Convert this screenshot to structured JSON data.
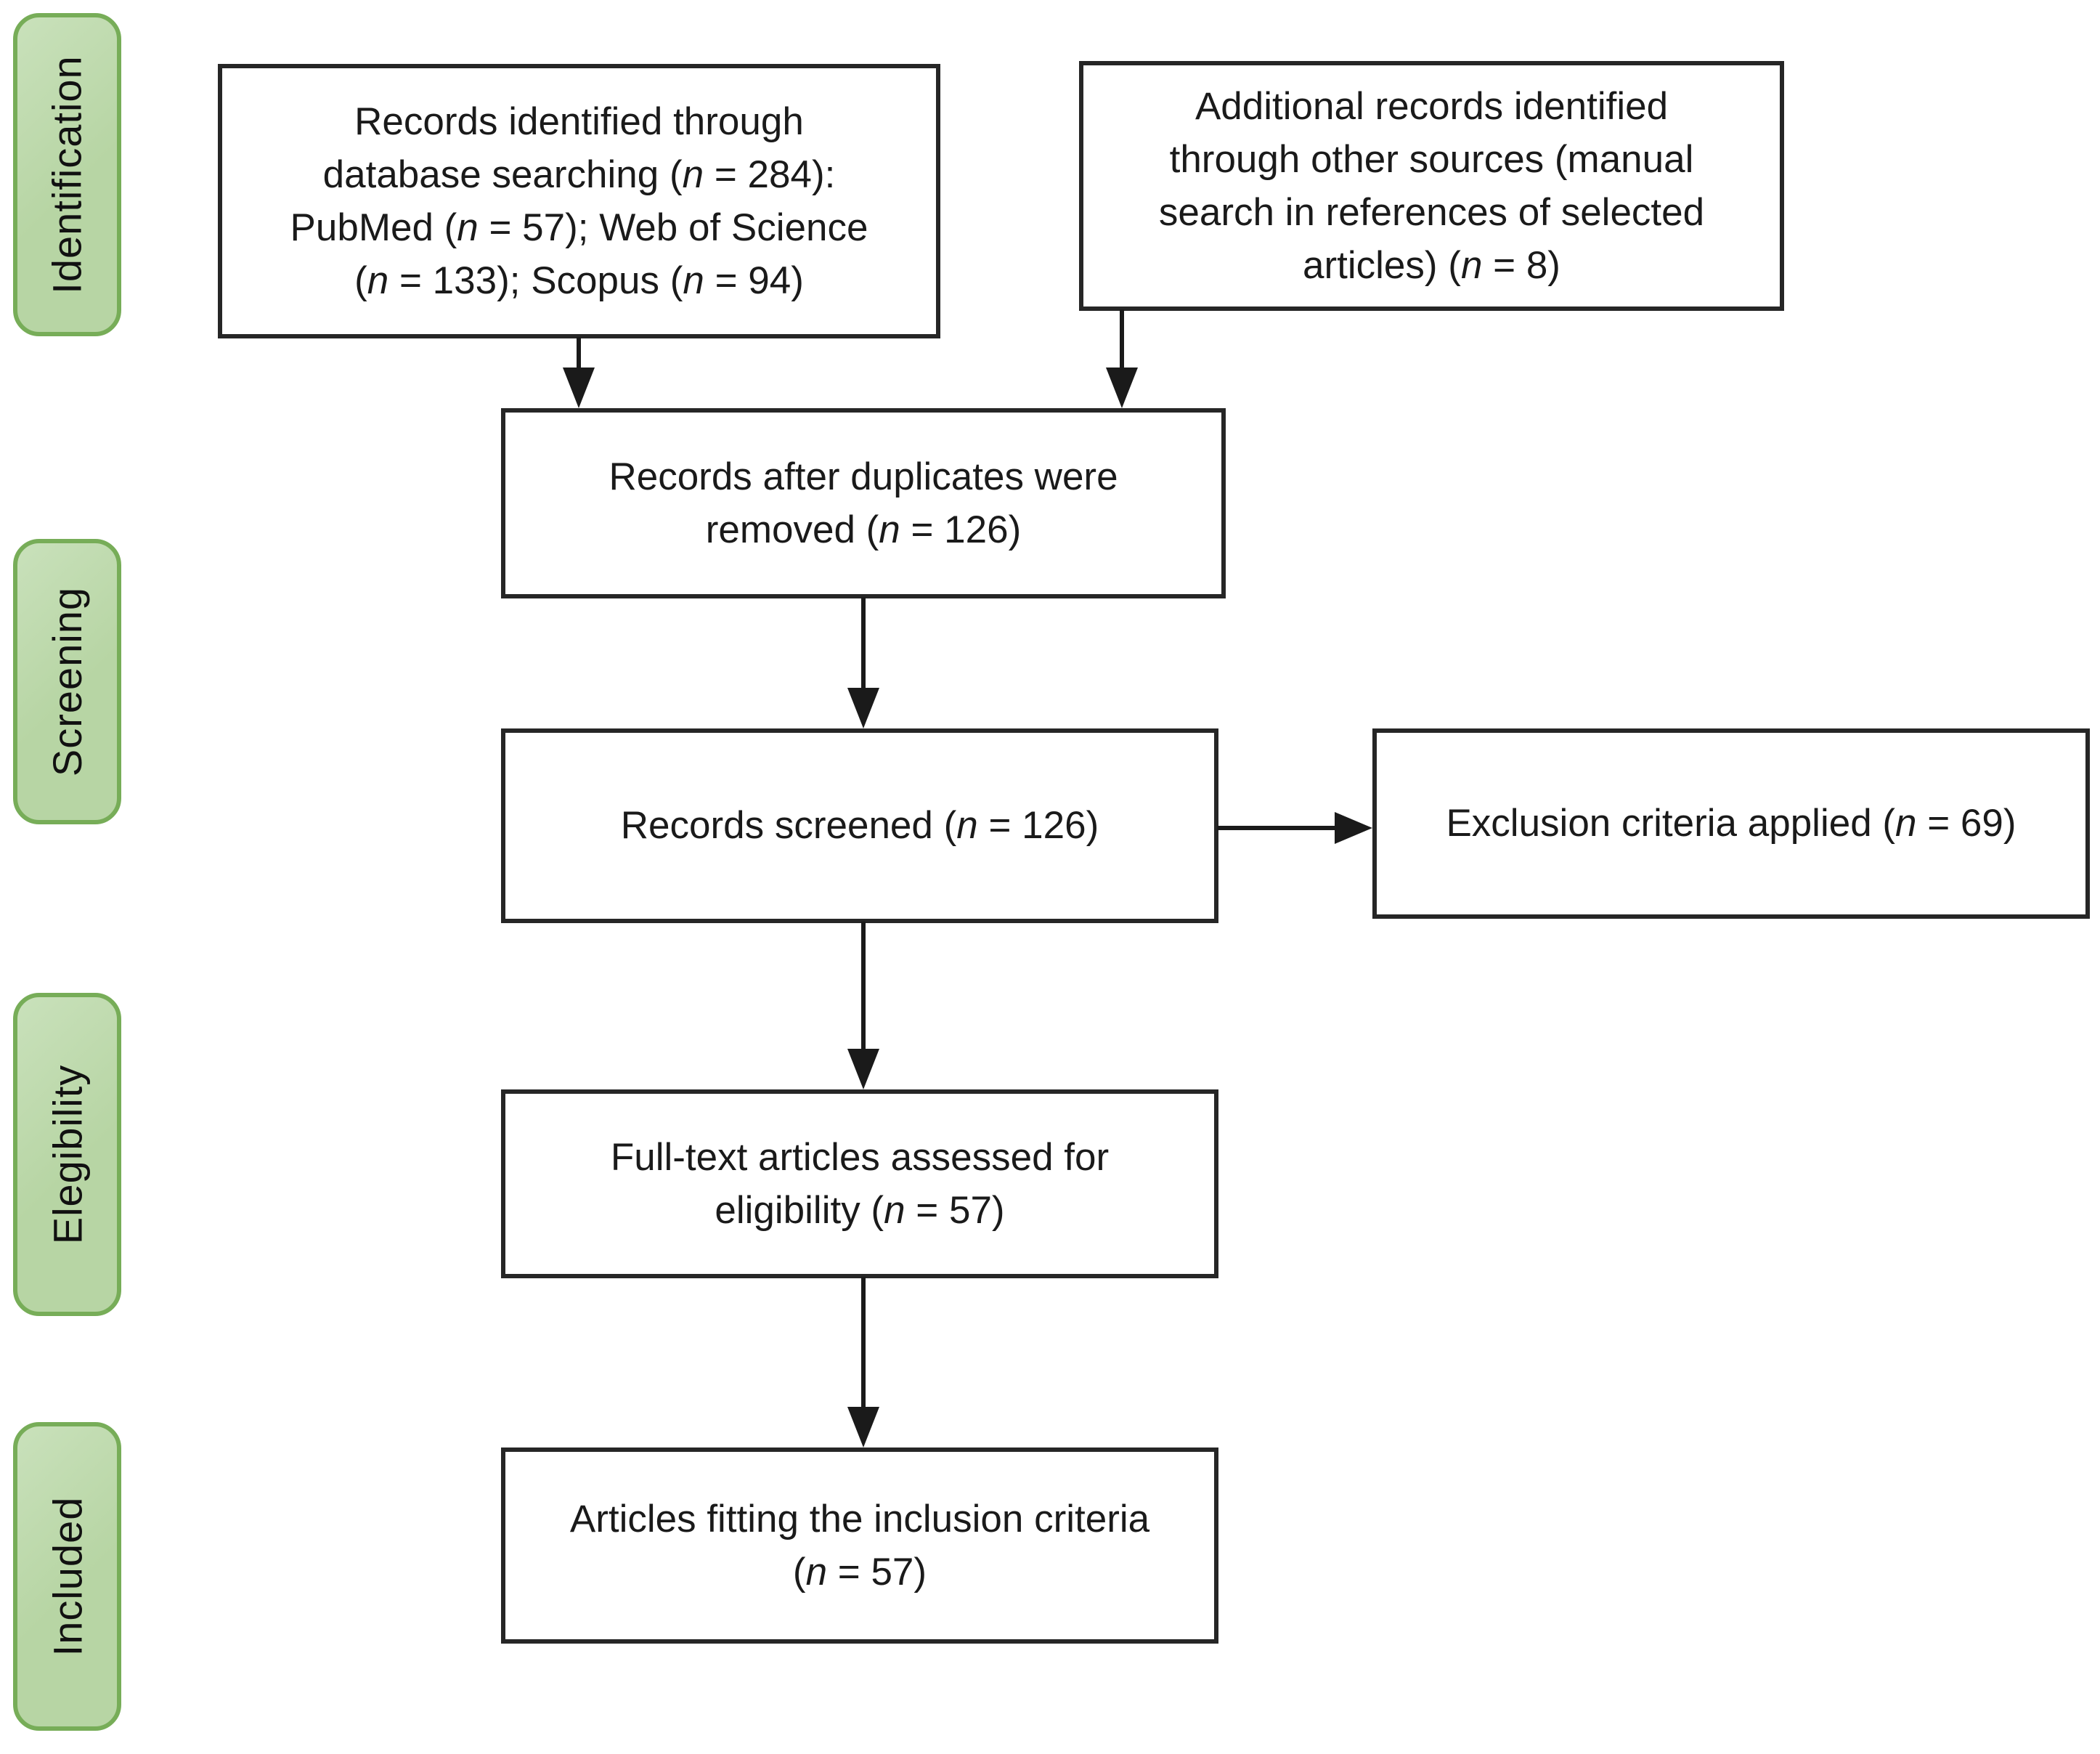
{
  "stages": [
    {
      "label": "Identification"
    },
    {
      "label": "Screening"
    },
    {
      "label": "Elegibility"
    },
    {
      "label": "Included"
    }
  ],
  "boxes": [
    {
      "text": "Records identified through\ndatabase searching (n = 284):\nPubMed (n = 57); Web of Science\n(n = 133); Scopus (n = 94)"
    },
    {
      "text": "Additional records identified\nthrough other sources (manual\nsearch in references of selected\narticles) (n = 8)"
    },
    {
      "text": "Records after duplicates were\nremoved (n = 126)"
    },
    {
      "text": "Records screened (n = 126)"
    },
    {
      "text": "Exclusion criteria applied (n = 69)"
    },
    {
      "text": "Full-text articles assessed for\neligibility (n = 57)"
    },
    {
      "text": "Articles fitting the inclusion criteria\n(n = 57)"
    }
  ],
  "colors": {
    "stage_fill": "#b7d5a4",
    "stage_fill_light": "#c9e1bb",
    "stage_border": "#77ad58",
    "box_border": "#262626",
    "arrow": "#1a1a1a",
    "ink": "#1a1a1a",
    "background": "#ffffff"
  }
}
